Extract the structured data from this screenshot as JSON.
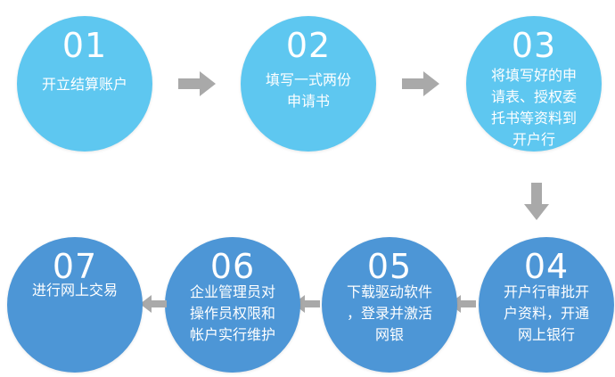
{
  "colors": {
    "top_row_circle": "#5ec7f0",
    "bottom_row_circle": "#4d96d6",
    "arrow": "#a9a9a9",
    "text": "#ffffff"
  },
  "steps": [
    {
      "num": "01",
      "label": "开立结算账户"
    },
    {
      "num": "02",
      "label": "填写一式两份\n申请书"
    },
    {
      "num": "03",
      "label": "将填写好的申\n请表、授权委\n托书等资料到\n开户行"
    },
    {
      "num": "04",
      "label": "开户行审批开\n户资料，开通\n网上银行"
    },
    {
      "num": "05",
      "label": "下载驱动软件\n，登录并激活\n网银"
    },
    {
      "num": "06",
      "label": "企业管理员对\n操作员权限和\n帐户实行维护"
    },
    {
      "num": "07",
      "label": "进行网上交易"
    }
  ]
}
